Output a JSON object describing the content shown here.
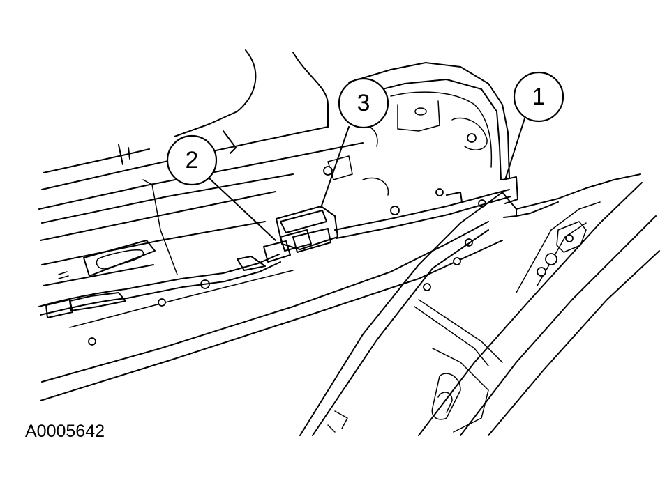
{
  "figure": {
    "id_label": "A0005642"
  },
  "callouts": [
    {
      "label": "1"
    },
    {
      "label": "2"
    },
    {
      "label": "3"
    }
  ]
}
